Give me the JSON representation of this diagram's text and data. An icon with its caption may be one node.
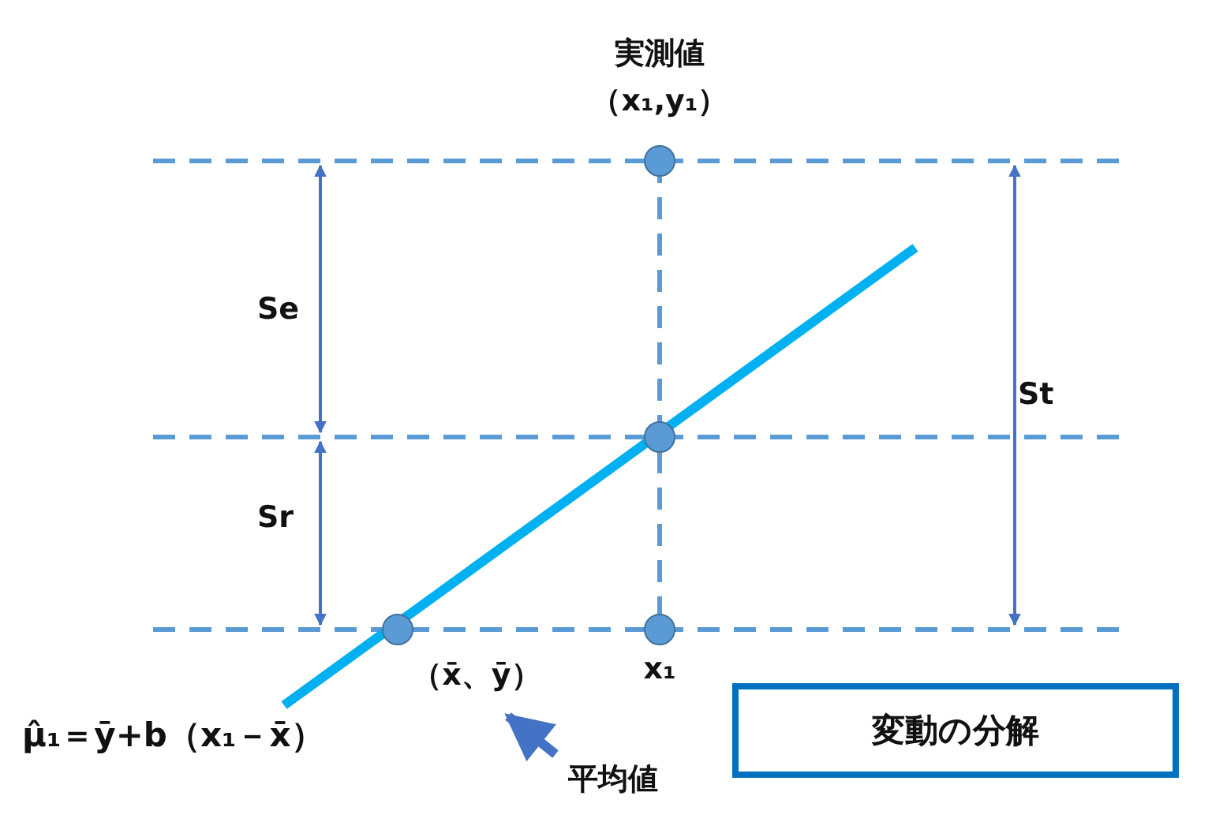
{
  "diagram": {
    "nodes": [
      {
        "text": [],
        "shape": "circle",
        "beside": [
          "実測値",
          "（x₁,y₁）"
        ]
      },
      {
        "text": [],
        "shape": "circle"
      },
      {
        "text": [],
        "shape": "circle",
        "beside": [
          "（x̄、ȳ）"
        ]
      },
      {
        "text": [],
        "shape": "circle",
        "beside": [
          "x₁"
        ]
      },
      {
        "text": [
          "平均値"
        ]
      },
      {
        "text": [
          "変動の分解"
        ]
      }
    ],
    "edges": [
      {
        "from": 4,
        "to": 2,
        "arrow": "to"
      }
    ],
    "labels": [
      "Se",
      "St",
      "Sr",
      "μ̂₁＝ȳ+b（x₁－x̄）"
    ]
  }
}
